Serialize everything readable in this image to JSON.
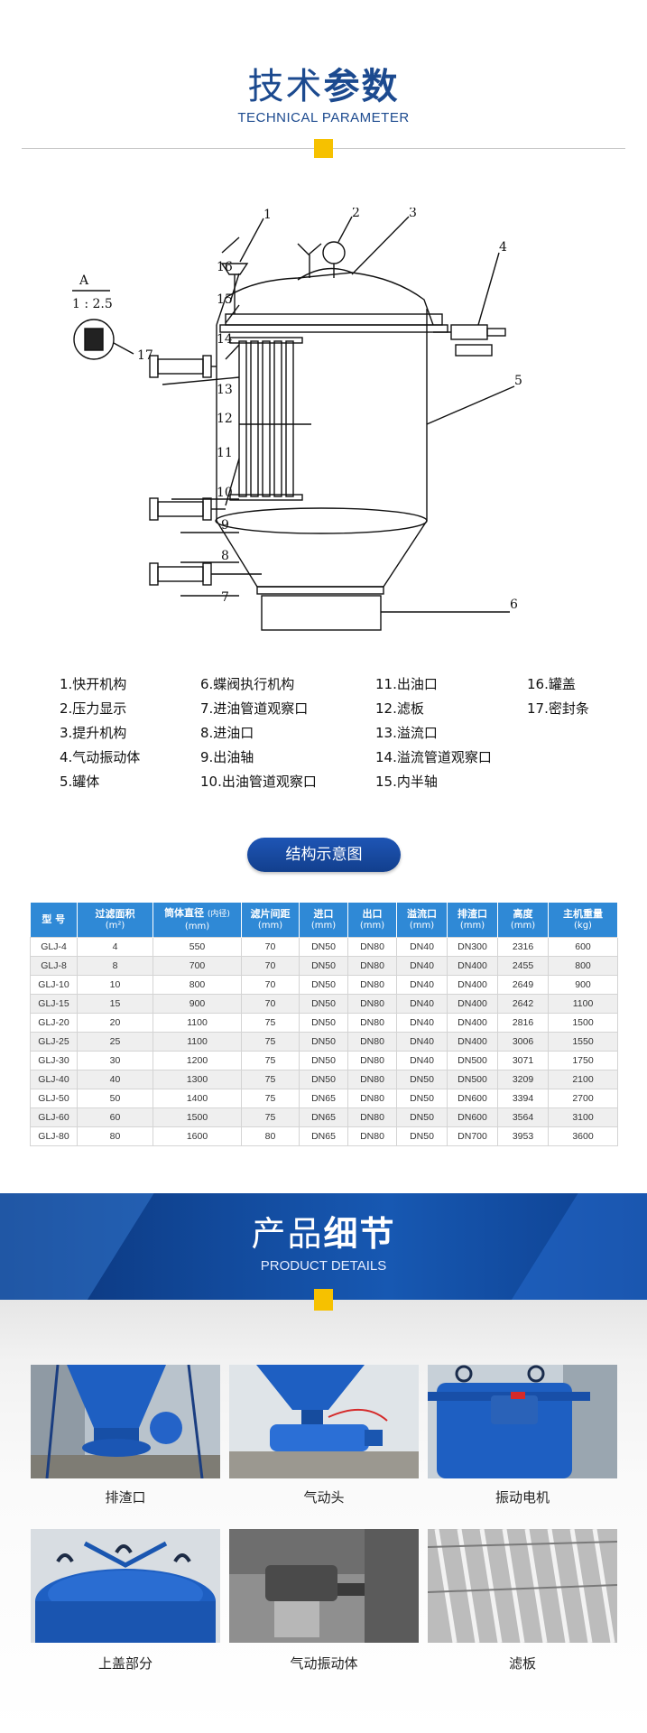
{
  "section1": {
    "title_light": "技术",
    "title_bold": "参数",
    "subtitle": "TECHNICAL PARAMETER"
  },
  "diagram": {
    "scale_top": "A",
    "scale_ratio": "1 : 2.5",
    "callouts": [
      "1",
      "2",
      "3",
      "4",
      "5",
      "6",
      "7",
      "8",
      "9",
      "10",
      "11",
      "12",
      "13",
      "14",
      "15",
      "16",
      "17"
    ]
  },
  "legend": [
    "1.快开机构",
    "6.蝶阀执行机构",
    "11.出油口",
    "16.罐盖",
    "2.压力显示",
    "7.进油管道观察口",
    "12.滤板",
    "17.密封条",
    "3.提升机构",
    "8.进油口",
    "13.溢流口",
    "",
    "4.气动振动体",
    "9.出油轴",
    "14.溢流管道观察口",
    "",
    "5.罐体",
    "10.出油管道观察口",
    "15.内半轴",
    ""
  ],
  "pill_label": "结构示意图",
  "table": {
    "headers": [
      {
        "label": "型  号",
        "unit": ""
      },
      {
        "label": "过滤面积",
        "unit": "(m²)"
      },
      {
        "label": "筒体直径",
        "unit": "(内径)",
        "inline": true
      },
      {
        "label": "滤片间距",
        "unit": "(mm)"
      },
      {
        "label": "进口",
        "unit": "(mm)"
      },
      {
        "label": "出口",
        "unit": "(mm)"
      },
      {
        "label": "溢流口",
        "unit": "(mm)"
      },
      {
        "label": "排渣口",
        "unit": "(mm)"
      },
      {
        "label": "高度",
        "unit": "(mm)"
      },
      {
        "label": "主机重量",
        "unit": "(kg)"
      }
    ],
    "diameter_unit": "(mm)",
    "rows": [
      [
        "GLJ-4",
        "4",
        "550",
        "70",
        "DN50",
        "DN80",
        "DN40",
        "DN300",
        "2316",
        "600"
      ],
      [
        "GLJ-8",
        "8",
        "700",
        "70",
        "DN50",
        "DN80",
        "DN40",
        "DN400",
        "2455",
        "800"
      ],
      [
        "GLJ-10",
        "10",
        "800",
        "70",
        "DN50",
        "DN80",
        "DN40",
        "DN400",
        "2649",
        "900"
      ],
      [
        "GLJ-15",
        "15",
        "900",
        "70",
        "DN50",
        "DN80",
        "DN40",
        "DN400",
        "2642",
        "1100"
      ],
      [
        "GLJ-20",
        "20",
        "1100",
        "75",
        "DN50",
        "DN80",
        "DN40",
        "DN400",
        "2816",
        "1500"
      ],
      [
        "GLJ-25",
        "25",
        "1100",
        "75",
        "DN50",
        "DN80",
        "DN40",
        "DN400",
        "3006",
        "1550"
      ],
      [
        "GLJ-30",
        "30",
        "1200",
        "75",
        "DN50",
        "DN80",
        "DN40",
        "DN500",
        "3071",
        "1750"
      ],
      [
        "GLJ-40",
        "40",
        "1300",
        "75",
        "DN50",
        "DN80",
        "DN50",
        "DN500",
        "3209",
        "2100"
      ],
      [
        "GLJ-50",
        "50",
        "1400",
        "75",
        "DN65",
        "DN80",
        "DN50",
        "DN600",
        "3394",
        "2700"
      ],
      [
        "GLJ-60",
        "60",
        "1500",
        "75",
        "DN65",
        "DN80",
        "DN50",
        "DN600",
        "3564",
        "3100"
      ],
      [
        "GLJ-80",
        "80",
        "1600",
        "80",
        "DN65",
        "DN80",
        "DN50",
        "DN700",
        "3953",
        "3600"
      ]
    ]
  },
  "section2": {
    "title_light": "产品",
    "title_bold": "细节",
    "subtitle": "PRODUCT DETAILS"
  },
  "photos": [
    {
      "caption": "排渣口"
    },
    {
      "caption": "气动头"
    },
    {
      "caption": "振动电机"
    },
    {
      "caption": "上盖部分"
    },
    {
      "caption": "气动振动体"
    },
    {
      "caption": "滤板"
    }
  ],
  "colors": {
    "brand_blue": "#1c4a8f",
    "table_header": "#2f89d6",
    "accent_yellow": "#f6c100",
    "machine_blue": "#1e5fc2"
  }
}
